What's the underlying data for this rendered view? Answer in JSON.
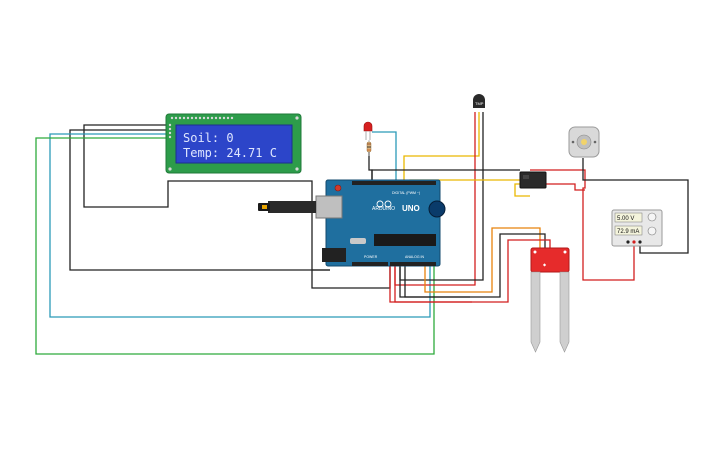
{
  "lcd": {
    "line1": "Soil: 0",
    "line2": "Temp: 24.71 C"
  },
  "arduino": {
    "brand": "ARDUINO",
    "model": "UNO",
    "digital_label": "DIGITAL (PWM ~)",
    "power_label": "POWER",
    "analog_label": "ANALOG IN"
  },
  "power_supply": {
    "voltage": "5.00 V",
    "current": "72.9 mA"
  },
  "colors": {
    "wire_black": "#222222",
    "wire_red": "#d21f1f",
    "wire_yellow": "#e9b800",
    "wire_orange": "#e8820c",
    "wire_green": "#2eaa3c",
    "wire_teal": "#2b9ab8",
    "arduino_blue": "#1f6f9f",
    "lcd_bezel": "#2d9c4a",
    "lcd_screen": "#2c45c9",
    "sensor_red": "#e62b2b"
  }
}
